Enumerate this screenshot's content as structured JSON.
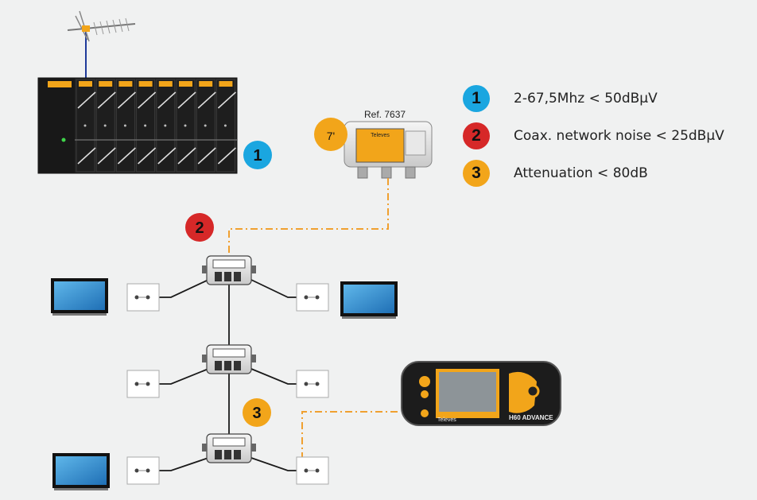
{
  "colors": {
    "badge_1": "#1aa6e0",
    "badge_2": "#d62828",
    "badge_3": "#f2a51a",
    "signal_line": "#f0a030",
    "cable": "#1a1a1a",
    "antenna_cable": "#1f3a9a"
  },
  "legend": [
    {
      "number": "1",
      "text": "2-67,5Mhz < 50dBμV",
      "color_key": "badge_1"
    },
    {
      "number": "2",
      "text": "Coax. network noise < 25dBμV",
      "color_key": "badge_2"
    },
    {
      "number": "3",
      "text": "Attenuation < 80dB",
      "color_key": "badge_3"
    }
  ],
  "diagram_badges": {
    "headend": "1",
    "network": "2",
    "attenuation": "3"
  },
  "meter_ref": "Ref. 7637",
  "meter_badge": "7'",
  "headend_brand": "Televes",
  "analyzer": {
    "brand": "Televes",
    "model": "H60 ADVANCE"
  },
  "icons": [
    "antenna-icon",
    "headend-rack-icon",
    "tester-device-icon",
    "splitter-icon",
    "wall-outlet-icon",
    "tv-icon",
    "field-meter-icon"
  ]
}
